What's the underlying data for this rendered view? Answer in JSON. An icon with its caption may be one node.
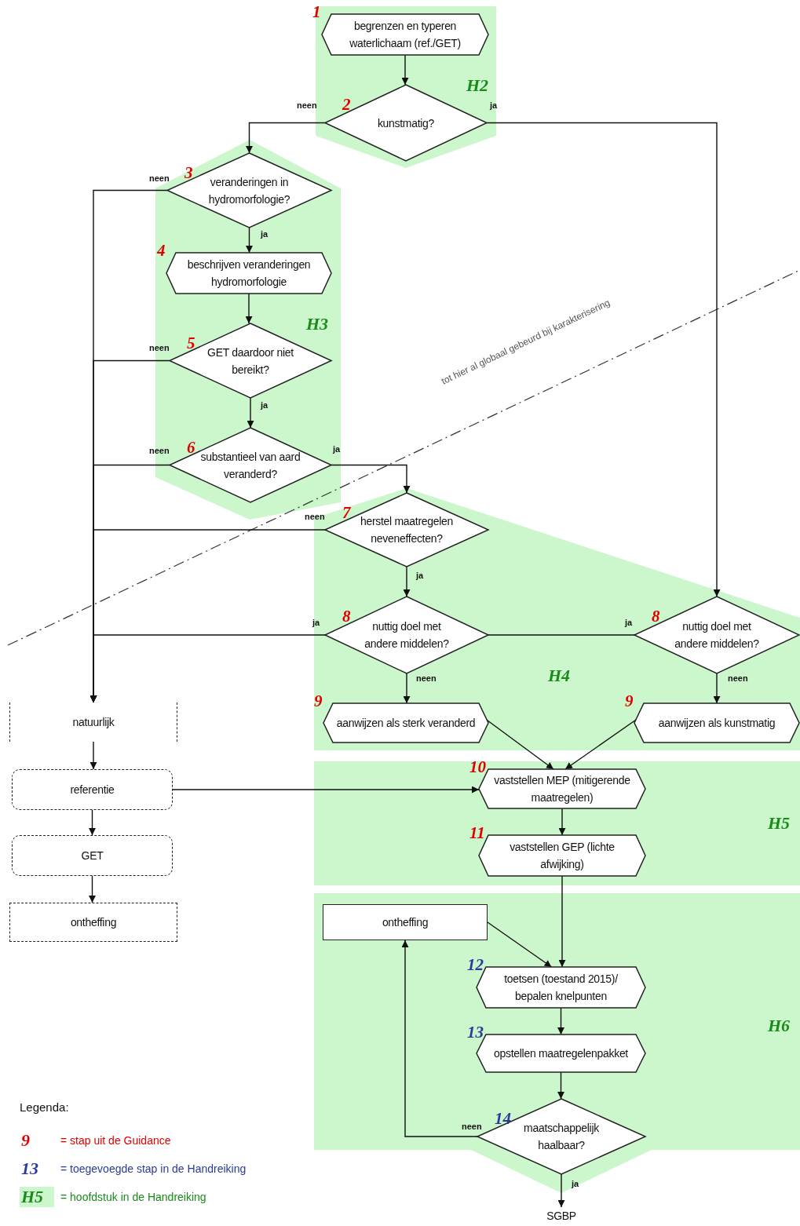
{
  "diagram": {
    "nodes": [
      {
        "text": [
          "H2"
        ]
      },
      {
        "text": [
          "begrenzen en typeren waterlichaam (ref./GET)"
        ],
        "in": 0,
        "beside": [
          "1"
        ]
      },
      {
        "text": [
          "kunstmatig?"
        ],
        "in": 0,
        "beside": [
          "2"
        ]
      },
      {
        "text": [
          "H3"
        ]
      },
      {
        "text": [
          "veranderingen in hydromorfologie?"
        ],
        "in": 3,
        "beside": [
          "3"
        ]
      },
      {
        "text": [
          "beschrijven veranderingen hydromorfologie"
        ],
        "in": 3,
        "beside": [
          "4"
        ]
      },
      {
        "text": [
          "GET daardoor niet bereikt?"
        ],
        "in": 3,
        "beside": [
          "5"
        ]
      },
      {
        "text": [
          "substantieel van aard veranderd?"
        ],
        "in": 3,
        "beside": [
          "6"
        ]
      },
      {
        "text": [
          "H4"
        ]
      },
      {
        "text": [
          "herstel maatregelen neveneffecten?"
        ],
        "in": 8,
        "beside": [
          "7"
        ]
      },
      {
        "text": [
          "nuttig doel met andere middelen?"
        ],
        "in": 8,
        "beside": [
          "8"
        ]
      },
      {
        "text": [
          "nuttig doel met andere middelen?"
        ],
        "in": 8,
        "beside": [
          "8"
        ]
      },
      {
        "text": [
          "aanwijzen als sterk veranderd"
        ],
        "in": 8,
        "beside": [
          "9"
        ]
      },
      {
        "text": [
          "aanwijzen als kunstmatig"
        ],
        "in": 8,
        "beside": [
          "9"
        ]
      },
      {
        "text": [
          "natuurlijk"
        ]
      },
      {
        "text": [
          "referentie"
        ]
      },
      {
        "text": [
          "GET"
        ]
      },
      {
        "text": [
          "ontheffing"
        ]
      },
      {
        "text": [
          "H5"
        ]
      },
      {
        "text": [
          "vaststellen MEP (mitigerende maatregelen)"
        ],
        "in": 18,
        "beside": [
          "10"
        ]
      },
      {
        "text": [
          "vaststellen GEP (lichte afwijking)"
        ],
        "in": 18,
        "beside": [
          "11"
        ]
      },
      {
        "text": [
          "H6"
        ]
      },
      {
        "text": [
          "ontheffing"
        ],
        "in": 21
      },
      {
        "text": [
          "toetsen (toestand 2015)/ bepalen knelpunten"
        ],
        "in": 21,
        "beside": [
          "12"
        ]
      },
      {
        "text": [
          "opstellen maatregelenpakket"
        ],
        "in": 21,
        "beside": [
          "13"
        ]
      },
      {
        "text": [
          "maatschappelijk haalbaar?"
        ],
        "in": 21,
        "beside": [
          "14"
        ]
      },
      {
        "text": [
          "SGBP"
        ]
      }
    ],
    "edges": [
      {
        "from": 1,
        "to": 2,
        "arrow": "to"
      },
      {
        "from": 2,
        "to": 4,
        "arrow": "to",
        "label": "neen"
      },
      {
        "from": 2,
        "to": 11,
        "arrow": "to",
        "label": "ja"
      },
      {
        "from": 4,
        "to": 5,
        "arrow": "to",
        "label": "ja"
      },
      {
        "from": 4,
        "to": 14,
        "arrow": "to",
        "label": "neen"
      },
      {
        "from": 5,
        "to": 6,
        "arrow": "to"
      },
      {
        "from": 6,
        "to": 7,
        "arrow": "to",
        "label": "ja"
      },
      {
        "from": 6,
        "to": 14,
        "arrow": "to",
        "label": "neen"
      },
      {
        "from": 7,
        "to": 9,
        "arrow": "to",
        "label": "ja"
      },
      {
        "from": 7,
        "to": 14,
        "arrow": "to",
        "label": "neen"
      },
      {
        "from": 9,
        "to": 10,
        "arrow": "to",
        "label": "ja"
      },
      {
        "from": 9,
        "to": 14,
        "arrow": "to",
        "label": "neen"
      },
      {
        "from": 10,
        "to": 14,
        "arrow": "to",
        "label": "ja"
      },
      {
        "from": 11,
        "to": 10,
        "arrow": "none",
        "label": "ja"
      },
      {
        "from": 10,
        "to": 12,
        "arrow": "to",
        "label": "neen"
      },
      {
        "from": 11,
        "to": 13,
        "arrow": "to",
        "label": "neen"
      },
      {
        "from": 12,
        "to": 19,
        "arrow": "to"
      },
      {
        "from": 13,
        "to": 19,
        "arrow": "to"
      },
      {
        "from": 15,
        "to": 19,
        "arrow": "to"
      },
      {
        "from": 14,
        "to": 15,
        "arrow": "to"
      },
      {
        "from": 15,
        "to": 16,
        "arrow": "to"
      },
      {
        "from": 16,
        "to": 17,
        "arrow": "to"
      },
      {
        "from": 19,
        "to": 20,
        "arrow": "to"
      },
      {
        "from": 20,
        "to": 23,
        "arrow": "to"
      },
      {
        "from": 22,
        "to": 23,
        "arrow": "to"
      },
      {
        "from": 23,
        "to": 24,
        "arrow": "to"
      },
      {
        "from": 24,
        "to": 25,
        "arrow": "to"
      },
      {
        "from": 25,
        "to": 22,
        "arrow": "to",
        "label": "neen"
      },
      {
        "from": 25,
        "to": 26,
        "arrow": "to",
        "label": "ja"
      }
    ],
    "labels": [
      "tot hier al globaal gebeurd bij karakterisering",
      "Legenda:",
      "9",
      "13",
      "H5"
    ],
    "legend": [
      {
        "text": "= stap uit de Guidance",
        "color": "#e00000"
      },
      {
        "text": "= toegevoegde stap in de Handreiking",
        "color": "#2a3a9a"
      },
      {
        "text": "= hoofdstuk in de Handreiking",
        "color": "#1a8a1a"
      }
    ]
  }
}
